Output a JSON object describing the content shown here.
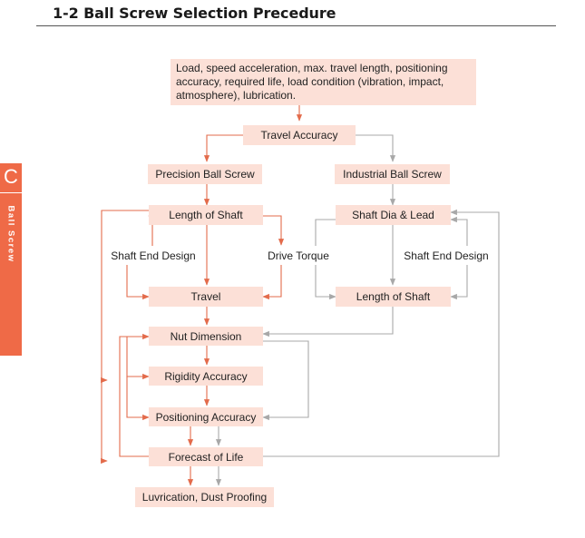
{
  "header": {
    "title": "1-2 Ball Screw Selection Precedure"
  },
  "side_tab": {
    "letter": "C",
    "label": "Ball Screw"
  },
  "colors": {
    "accent": "#ef6a47",
    "box_fill": "#fce0d7",
    "orange_arrow": "#e36b4b",
    "gray_arrow": "#a8a8a8"
  },
  "flowchart": {
    "start": "Load, speed acceleration, max. travel length, positioning accuracy, required life, load condition (vibration, impact, atmosphere), lubrication.",
    "travel_accuracy": "Travel Accuracy",
    "precision": "Precision Ball Screw",
    "industrial": "Industrial Ball Screw",
    "length_of_shaft_left": "Length of Shaft",
    "shaft_end_design_left": "Shaft End Design",
    "drive_torque": "Drive Torque",
    "travel": "Travel",
    "shaft_dia_lead": "Shaft Dia & Lead",
    "shaft_end_design_right": "Shaft End Design",
    "length_of_shaft_right": "Length of Shaft",
    "nut_dimension": "Nut Dimension",
    "rigidity_accuracy": "Rigidity Accuracy",
    "positioning_accuracy": "Positioning Accuracy",
    "forecast_of_life": "Forecast of Life",
    "lubrication": "Luvrication, Dust Proofing"
  }
}
